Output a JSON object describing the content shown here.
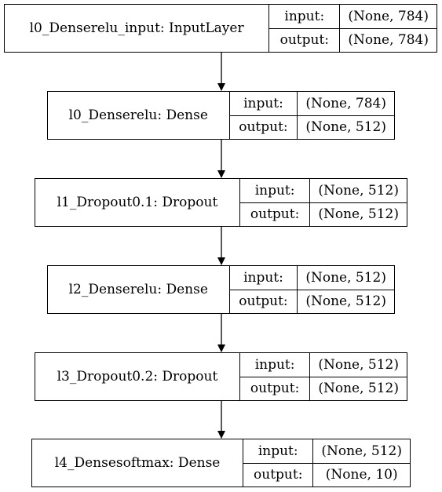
{
  "nodes": [
    {
      "name": "l0_Denserelu_input: InputLayer",
      "input_label": "input:",
      "output_label": "output:",
      "input_shape": "(None, 784)",
      "output_shape": "(None, 784)"
    },
    {
      "name": "l0_Denserelu: Dense",
      "input_label": "input:",
      "output_label": "output:",
      "input_shape": "(None, 784)",
      "output_shape": "(None, 512)"
    },
    {
      "name": "l1_Dropout0.1: Dropout",
      "input_label": "input:",
      "output_label": "output:",
      "input_shape": "(None, 512)",
      "output_shape": "(None, 512)"
    },
    {
      "name": "l2_Denserelu: Dense",
      "input_label": "input:",
      "output_label": "output:",
      "input_shape": "(None, 512)",
      "output_shape": "(None, 512)"
    },
    {
      "name": "l3_Dropout0.2: Dropout",
      "input_label": "input:",
      "output_label": "output:",
      "input_shape": "(None, 512)",
      "output_shape": "(None, 512)"
    },
    {
      "name": "l4_Densesoftmax: Dense",
      "input_label": "input:",
      "output_label": "output:",
      "input_shape": "(None, 512)",
      "output_shape": "(None, 10)"
    }
  ],
  "edges": [
    {
      "from": 0,
      "to": 1
    },
    {
      "from": 1,
      "to": 2
    },
    {
      "from": 2,
      "to": 3
    },
    {
      "from": 3,
      "to": 4
    },
    {
      "from": 4,
      "to": 5
    }
  ],
  "colors": {
    "stroke": "#000000",
    "fill": "#ffffff"
  }
}
